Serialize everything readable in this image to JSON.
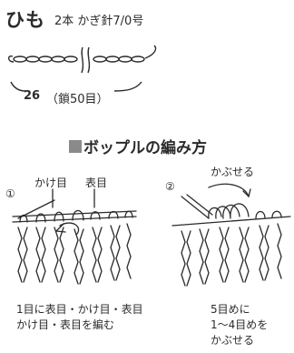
{
  "himo": {
    "title": "ひも",
    "spec": "2本 かぎ針7/0号",
    "length_value": "26",
    "length_note": "（鎖50目）"
  },
  "section": {
    "title": "ボップルの編み方"
  },
  "step1": {
    "number": "①",
    "label_kakeme": "かけ目",
    "label_omoteme": "表目",
    "caption_line1": "1目に表目・かけ目・表目",
    "caption_line2": "かけ目・表目を編む"
  },
  "step2": {
    "number": "②",
    "label_kabuseru": "かぶせる",
    "caption_line1": "5目めに",
    "caption_line2": "1～4目めを",
    "caption_line3": "かぶせる"
  }
}
